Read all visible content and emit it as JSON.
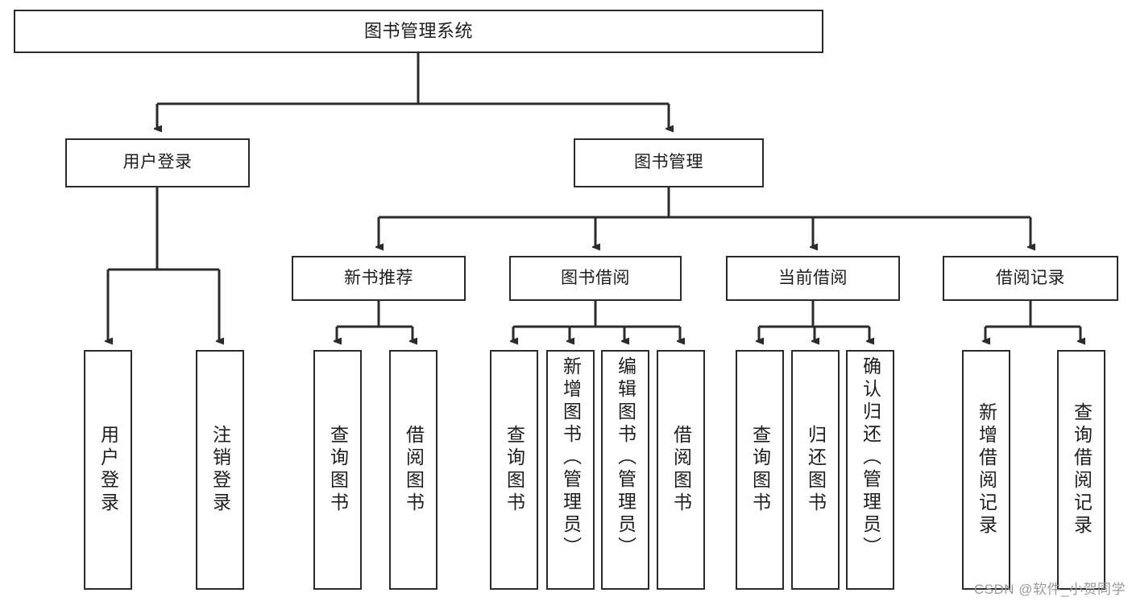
{
  "diagram": {
    "type": "tree-hierarchy",
    "title": "图书管理系统",
    "watermark": "CSDN @软件_小贺同学",
    "colors": {
      "stroke": "#2b2b2b",
      "fill": "#ffffff",
      "text": "#1d1d1d",
      "watermark": "#9a9a9a"
    },
    "nodes": {
      "root": {
        "label": "图书管理系统"
      },
      "level2": [
        {
          "label": "用户登录"
        },
        {
          "label": "图书管理"
        }
      ],
      "level3": [
        {
          "label": "新书推荐"
        },
        {
          "label": "图书借阅"
        },
        {
          "label": "当前借阅"
        },
        {
          "label": "借阅记录"
        }
      ],
      "leaves_user_login": [
        {
          "label": "用户登录"
        },
        {
          "label": "注销登录"
        }
      ],
      "leaves_new_book": [
        {
          "label": "查询图书"
        },
        {
          "label": "借阅图书"
        }
      ],
      "leaves_borrow": [
        {
          "label": "查询图书"
        },
        {
          "label": "新增图书（管理员）"
        },
        {
          "label": "编辑图书（管理员）"
        },
        {
          "label": "借阅图书"
        }
      ],
      "leaves_current": [
        {
          "label": "查询图书"
        },
        {
          "label": "归还图书"
        },
        {
          "label": "确认归还（管理员）"
        }
      ],
      "leaves_records": [
        {
          "label": "新增借阅记录"
        },
        {
          "label": "查询借阅记录"
        }
      ]
    }
  }
}
